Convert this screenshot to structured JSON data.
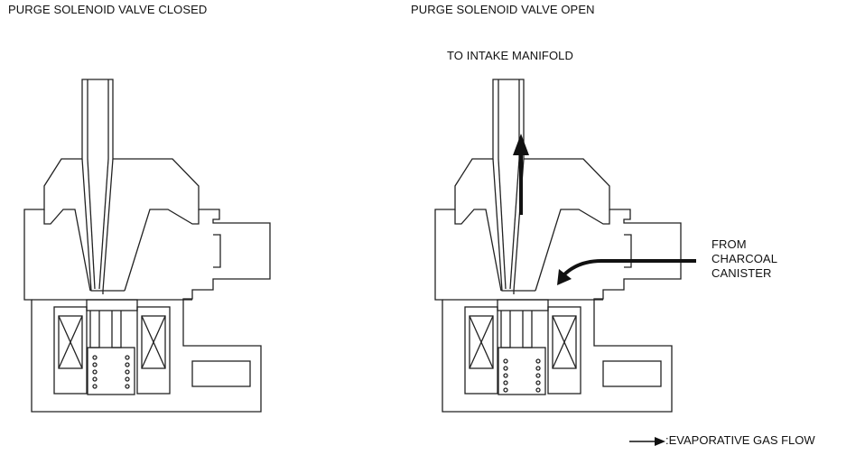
{
  "titles": {
    "closed": "PURGE SOLENOID VALVE CLOSED",
    "open": "PURGE SOLENOID VALVE OPEN"
  },
  "labels": {
    "intake": "TO INTAKE MANIFOLD",
    "from_line1": "FROM",
    "from_line2": "CHARCOAL",
    "from_line3": "CANISTER"
  },
  "legend": {
    "text": ":EVAPORATIVE GAS FLOW",
    "icon": "arrow-right-icon"
  }
}
